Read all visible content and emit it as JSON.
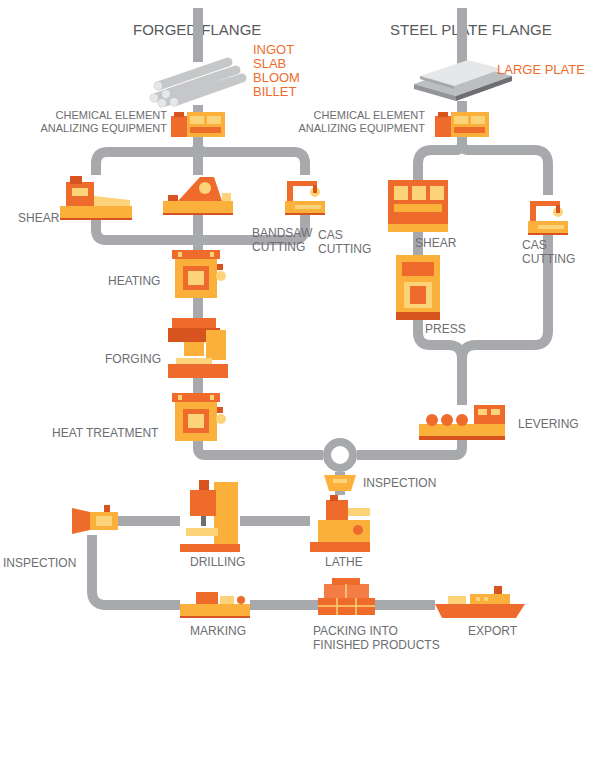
{
  "diagram": {
    "nodes": [
      {
        "text": [
          "INGOT SLAB BLOOM BILLET"
        ]
      },
      {
        "text": [
          "CHEMICAL ELEMENT ANALIZING EQUIPMENT"
        ]
      },
      {
        "text": [
          "SHEAR"
        ]
      },
      {
        "text": [
          "BANDSAW CUTTING"
        ]
      },
      {
        "text": [
          "CAS CUTTING"
        ]
      },
      {
        "text": [
          "HEATING"
        ]
      },
      {
        "text": [
          "FORGING"
        ]
      },
      {
        "text": [
          "HEAT TREATMENT"
        ]
      },
      {
        "text": [
          "LARGE PLATE"
        ]
      },
      {
        "text": [
          "CHEMICAL ELEMENT ANALIZING EQUIPMENT"
        ]
      },
      {
        "text": [
          "SHEAR"
        ]
      },
      {
        "text": [
          "CAS CUTTING"
        ]
      },
      {
        "text": [
          "PRESS"
        ]
      },
      {
        "text": [
          "LEVERING"
        ]
      },
      {
        "text": [
          "INSPECTION"
        ]
      },
      {
        "text": [
          "LATHE"
        ]
      },
      {
        "text": [
          "DRILLING"
        ]
      },
      {
        "text": [
          "INSPECTION"
        ]
      },
      {
        "text": [
          "MARKING"
        ]
      },
      {
        "text": [
          "PACKING INTO FINISHED PRODUCTS"
        ]
      },
      {
        "text": [
          "EXPORT"
        ]
      }
    ],
    "edges": [
      {
        "from": 0,
        "to": 1,
        "arrow": "none"
      },
      {
        "from": 1,
        "to": 2,
        "arrow": "none"
      },
      {
        "from": 1,
        "to": 3,
        "arrow": "none"
      },
      {
        "from": 1,
        "to": 4,
        "arrow": "none"
      },
      {
        "from": 2,
        "to": 5,
        "arrow": "none"
      },
      {
        "from": 3,
        "to": 5,
        "arrow": "none"
      },
      {
        "from": 4,
        "to": 5,
        "arrow": "none"
      },
      {
        "from": 5,
        "to": 6,
        "arrow": "none"
      },
      {
        "from": 6,
        "to": 7,
        "arrow": "none"
      },
      {
        "from": 7,
        "to": 14,
        "arrow": "none"
      },
      {
        "from": 8,
        "to": 9,
        "arrow": "none"
      },
      {
        "from": 9,
        "to": 10,
        "arrow": "none"
      },
      {
        "from": 9,
        "to": 11,
        "arrow": "none"
      },
      {
        "from": 10,
        "to": 12,
        "arrow": "none"
      },
      {
        "from": 11,
        "to": 13,
        "arrow": "none"
      },
      {
        "from": 12,
        "to": 13,
        "arrow": "none"
      },
      {
        "from": 13,
        "to": 14,
        "arrow": "none"
      },
      {
        "from": 14,
        "to": 15,
        "arrow": "none"
      },
      {
        "from": 15,
        "to": 16,
        "arrow": "none"
      },
      {
        "from": 16,
        "to": 17,
        "arrow": "none"
      },
      {
        "from": 17,
        "to": 18,
        "arrow": "none"
      },
      {
        "from": 18,
        "to": 19,
        "arrow": "none"
      },
      {
        "from": 19,
        "to": 20,
        "arrow": "none"
      }
    ],
    "labels": [
      "FORGED FLANGE",
      "STEEL PLATE FLANGE"
    ]
  }
}
